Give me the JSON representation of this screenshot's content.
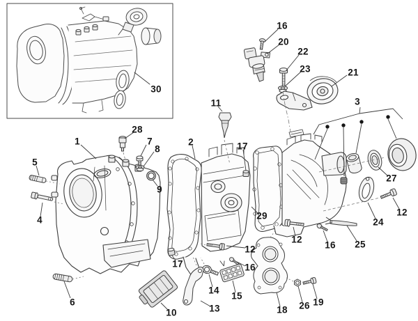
{
  "figure": {
    "type": "exploded-parts-diagram",
    "background": "#ffffff",
    "line_color": "#3c3c3c",
    "label_color": "#161616",
    "dot_color": "#151515"
  },
  "inset": {
    "callout_label": "30"
  },
  "callouts": [
    {
      "label": "30"
    },
    {
      "label": "16"
    },
    {
      "label": "20"
    },
    {
      "label": "22"
    },
    {
      "label": "23"
    },
    {
      "label": "21"
    },
    {
      "label": "3"
    },
    {
      "label": "11"
    },
    {
      "label": "28"
    },
    {
      "label": "1"
    },
    {
      "label": "7"
    },
    {
      "label": "8"
    },
    {
      "label": "2"
    },
    {
      "label": "5"
    },
    {
      "label": "9"
    },
    {
      "label": "4"
    },
    {
      "label": "17"
    },
    {
      "label": "27"
    },
    {
      "label": "12"
    },
    {
      "label": "24"
    },
    {
      "label": "29"
    },
    {
      "label": "12"
    },
    {
      "label": "17"
    },
    {
      "label": "16"
    },
    {
      "label": "6"
    },
    {
      "label": "10"
    },
    {
      "label": "13"
    },
    {
      "label": "14"
    },
    {
      "label": "15"
    },
    {
      "label": "18"
    },
    {
      "label": "26"
    },
    {
      "label": "19"
    },
    {
      "label": "12"
    },
    {
      "label": "16"
    },
    {
      "label": "25"
    }
  ]
}
